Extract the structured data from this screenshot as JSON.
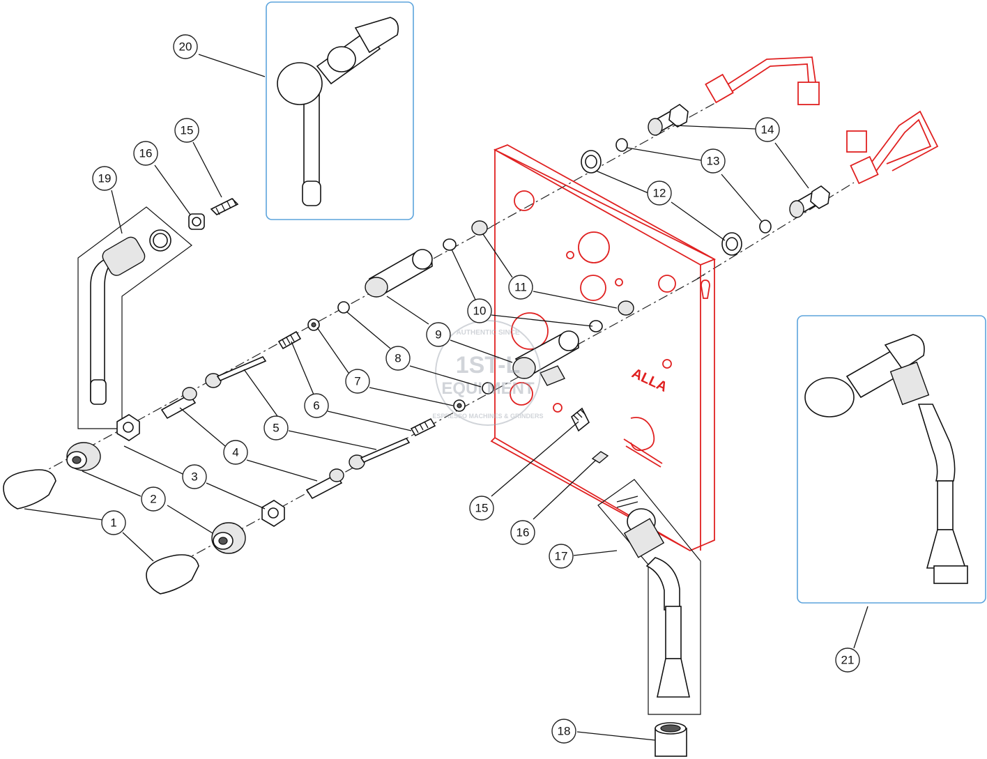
{
  "diagram": {
    "brand_mark": "ALLA"
  },
  "watermark": {
    "line1": "1ST-L",
    "line2": "EQUI MENT",
    "arc_top": "AUTHENTIC SINCE",
    "arc_bottom": "ESPRESSO MACHINES & GRINDERS"
  },
  "callouts": [
    {
      "id": "c1",
      "label": "1"
    },
    {
      "id": "c2",
      "label": "2"
    },
    {
      "id": "c3",
      "label": "3"
    },
    {
      "id": "c4",
      "label": "4"
    },
    {
      "id": "c5",
      "label": "5"
    },
    {
      "id": "c6",
      "label": "6"
    },
    {
      "id": "c7",
      "label": "7"
    },
    {
      "id": "c8",
      "label": "8"
    },
    {
      "id": "c9",
      "label": "9"
    },
    {
      "id": "c10",
      "label": "10"
    },
    {
      "id": "c11",
      "label": "11"
    },
    {
      "id": "c12",
      "label": "12"
    },
    {
      "id": "c13",
      "label": "13"
    },
    {
      "id": "c14",
      "label": "14"
    },
    {
      "id": "c15a",
      "label": "15"
    },
    {
      "id": "c15b",
      "label": "15"
    },
    {
      "id": "c16a",
      "label": "16"
    },
    {
      "id": "c16b",
      "label": "16"
    },
    {
      "id": "c17",
      "label": "17"
    },
    {
      "id": "c18",
      "label": "18"
    },
    {
      "id": "c19",
      "label": "19"
    },
    {
      "id": "c20",
      "label": "20"
    },
    {
      "id": "c21",
      "label": "21"
    }
  ]
}
